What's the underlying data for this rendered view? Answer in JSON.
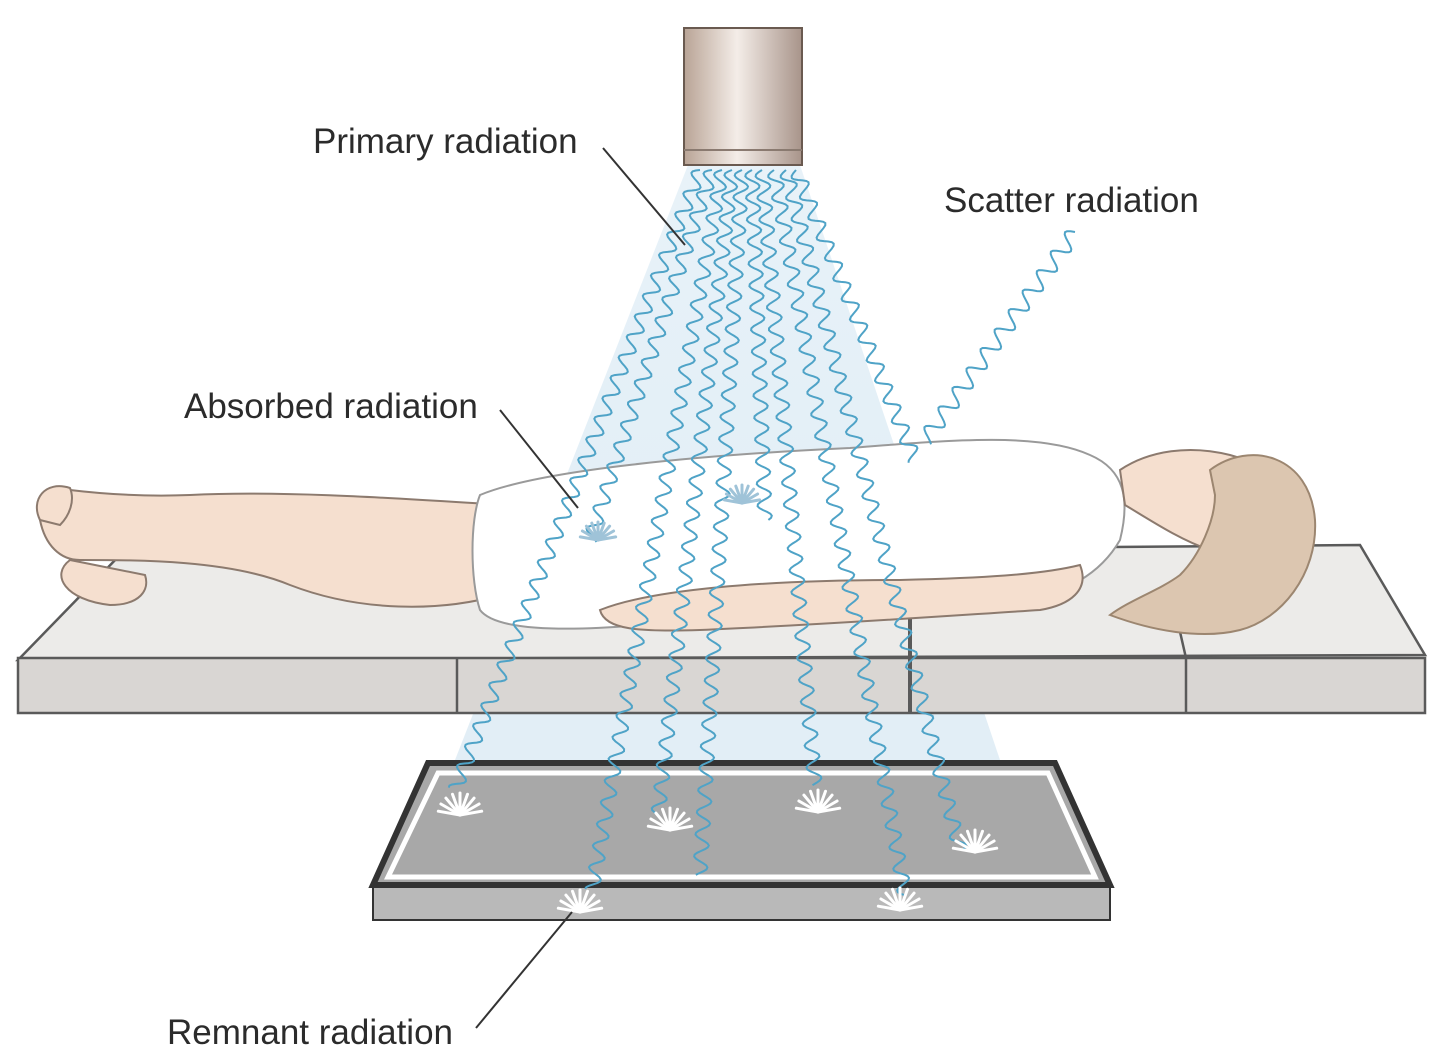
{
  "labels": {
    "primary": "Primary radiation",
    "scatter": "Scatter radiation",
    "absorbed": "Absorbed radiation",
    "remnant": "Remnant radiation"
  },
  "colors": {
    "wave": "#4fa3c7",
    "beam": "#dcebf5",
    "table_top": "#ebe9e7",
    "table_side": "#d6d3d0",
    "detector_plate": "#a9a9a9",
    "detector_border": "#333333",
    "skin": "#f3dccb",
    "gown": "#ffffff",
    "hair": "#d8c1aa",
    "tube": "#c9b8aa"
  },
  "icons": [
    "x-ray-tube-icon",
    "patient-figure",
    "exam-table",
    "image-receptor",
    "radiation-wave-icon",
    "absorption-burst-icon",
    "exposure-burst-icon"
  ]
}
